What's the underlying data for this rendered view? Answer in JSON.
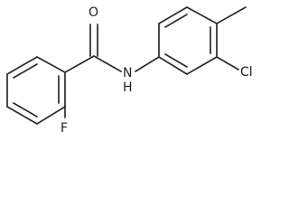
{
  "molecule": {
    "atoms": {
      "oxygen": "O",
      "nitrogen": "N",
      "hydrogen": "H",
      "chlorine": "Cl",
      "fluorine": "F"
    }
  }
}
